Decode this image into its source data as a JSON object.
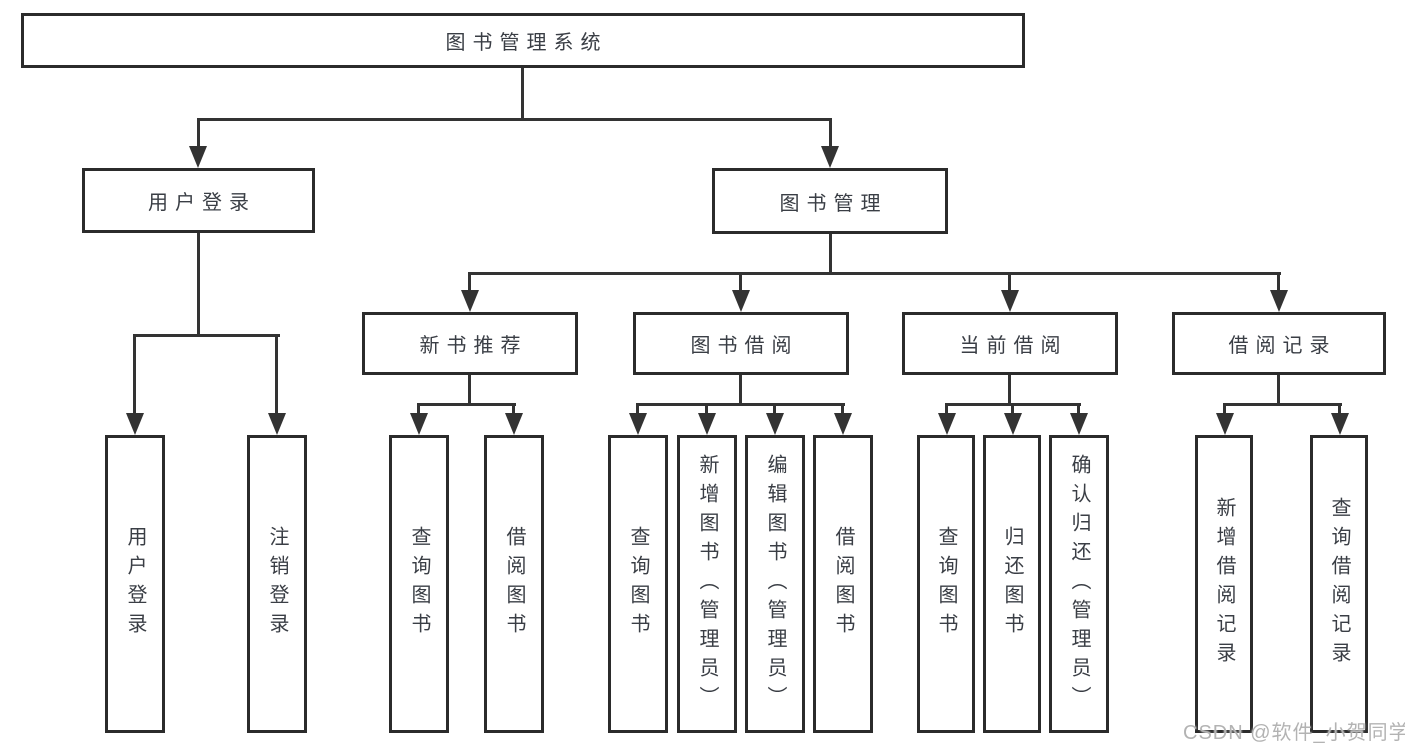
{
  "tree": {
    "root": {
      "label": "图书管理系统"
    },
    "branches": [
      {
        "label": "用户登录",
        "children": [
          {
            "label": "用户登录"
          },
          {
            "label": "注销登录"
          }
        ]
      },
      {
        "label": "图书管理",
        "children": [
          {
            "label": "新书推荐",
            "children": [
              {
                "label": "查询图书"
              },
              {
                "label": "借阅图书"
              }
            ]
          },
          {
            "label": "图书借阅",
            "children": [
              {
                "label": "查询图书"
              },
              {
                "label": "新增图书（管理员）"
              },
              {
                "label": "编辑图书（管理员）"
              },
              {
                "label": "借阅图书"
              }
            ]
          },
          {
            "label": "当前借阅",
            "children": [
              {
                "label": "查询图书"
              },
              {
                "label": "归还图书"
              },
              {
                "label": "确认归还（管理员）"
              }
            ]
          },
          {
            "label": "借阅记录",
            "children": [
              {
                "label": "新增借阅记录"
              },
              {
                "label": "查询借阅记录"
              }
            ]
          }
        ]
      }
    ]
  },
  "watermark": {
    "text": "CSDN @软件_小贺同学",
    "color": "#b3b3b3"
  },
  "colors": {
    "background": "#ffffff",
    "line": "#333333",
    "box_border": "#2b2b2b",
    "text": "#3a3e45"
  }
}
